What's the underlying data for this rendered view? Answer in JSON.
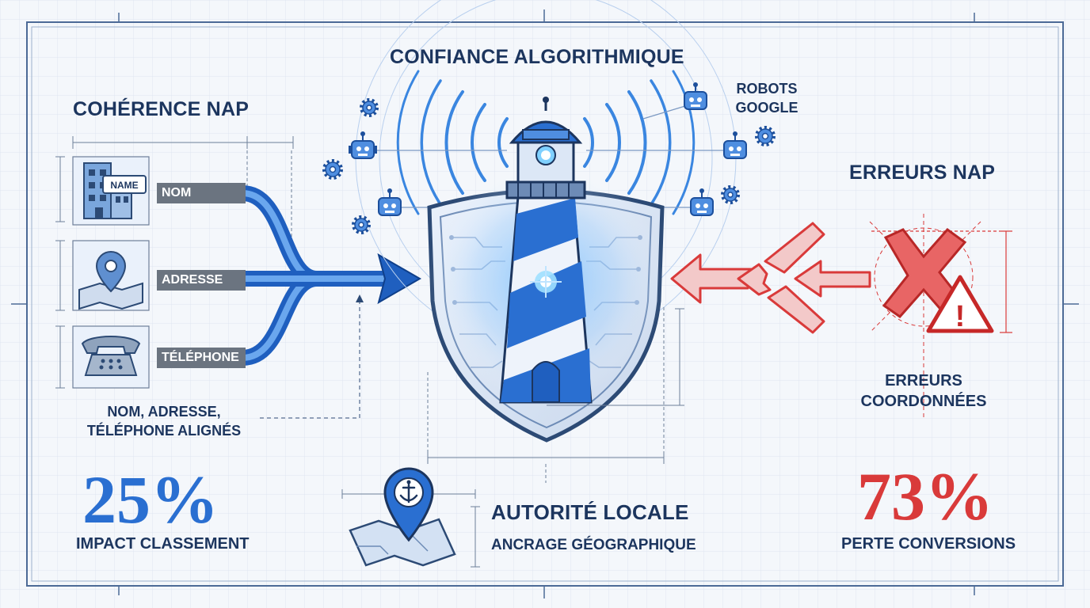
{
  "title_center": "CONFIANCE ALGORITHMIQUE",
  "left": {
    "title": "COHÉRENCE NAP",
    "name_card_text": "NAME",
    "tags": [
      "NOM",
      "ADRESSE",
      "TÉLÉPHONE"
    ],
    "caption_line1": "NOM, ADRESSE,",
    "caption_line2": "TÉLÉPHONE ALIGNÉS",
    "stat_value": "25%",
    "stat_label": "IMPACT CLASSEMENT"
  },
  "robots": {
    "label_line1": "ROBOTS",
    "label_line2": "GOOGLE"
  },
  "right": {
    "title": "ERREURS NAP",
    "caption_line1": "ERREURS",
    "caption_line2": "COORDONNÉES",
    "stat_value": "73%",
    "stat_label": "PERTE CONVERSIONS",
    "warning_glyph": "!"
  },
  "bottom": {
    "title": "AUTORITÉ LOCALE",
    "subtitle": "ANCRAGE GÉOGRAPHIQUE"
  },
  "colors": {
    "blue": "#2a6fd1",
    "blue_dark": "#1c355e",
    "red": "#d93a3a",
    "gray_tag": "#6b7480"
  },
  "icons": [
    "building-icon",
    "map-pin-icon",
    "telephone-icon",
    "robot-icon",
    "gear-icon",
    "lighthouse-icon",
    "shield-icon",
    "anchor-pin-icon",
    "cross-mark-icon",
    "warning-icon"
  ]
}
